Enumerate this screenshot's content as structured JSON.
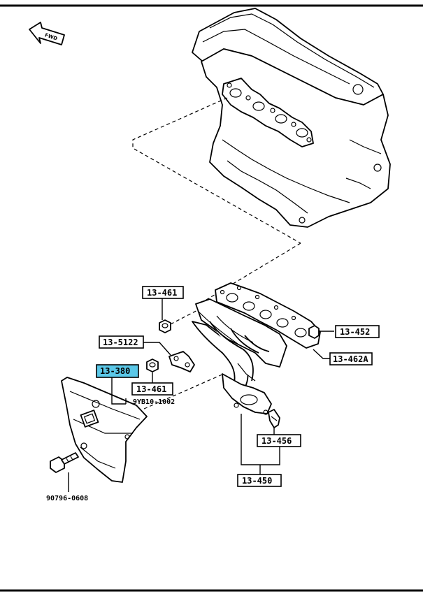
{
  "indicator": {
    "label": "FWD"
  },
  "labels": {
    "l_13_461_top": "13-461",
    "l_13_5122": "13-5122",
    "l_13_380": "13-380",
    "l_13_461_bottom": "13-461",
    "l_13_452": "13-452",
    "l_13_462a": "13-462A",
    "l_13_456": "13-456",
    "l_13_450": "13-450"
  },
  "plain_codes": {
    "c_9yb10": "9YB10-1002",
    "c_90796": "90796-0608"
  },
  "colors": {
    "highlight": "#5BC8E8",
    "line": "#000000",
    "background": "#ffffff"
  }
}
